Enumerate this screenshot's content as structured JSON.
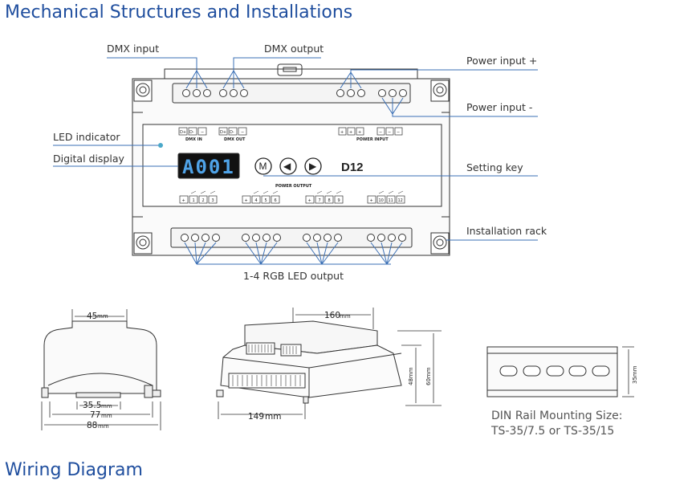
{
  "headings": {
    "title": "Mechanical Structures and Installations",
    "wiring": "Wiring Diagram"
  },
  "callouts": {
    "dmx_input": "DMX input",
    "dmx_output": "DMX output",
    "power_input_pos": "Power input +",
    "power_input_neg": "Power input -",
    "led_indicator": "LED indicator",
    "digital_display": "Digital display",
    "setting_key": "Setting key",
    "installation_rack": "Installation rack",
    "rgb_output": "1-4 RGB LED output"
  },
  "panel": {
    "dmx_in": "DMX IN",
    "dmx_out": "DMX OUT",
    "power_input": "POWER INPUT",
    "power_output": "POWER OUTPUT",
    "display_text": "A001",
    "model": "D12",
    "btn_m": "M",
    "btn_left": "◀",
    "btn_right": "▶",
    "term_dplus": "D+",
    "term_dminus": "D-",
    "term_minus": "−",
    "term_plus": "+",
    "ch1": "1",
    "ch2": "2",
    "ch3": "3",
    "ch4": "4",
    "ch5": "5",
    "ch6": "6",
    "ch7": "7",
    "ch8": "8",
    "ch9": "9",
    "ch10": "10",
    "ch11": "11",
    "ch12": "12"
  },
  "dimensions": {
    "w45": "45",
    "w355": "35.5",
    "w77": "77",
    "w88": "88",
    "w160": "160",
    "w149": "149",
    "h48": "48mm",
    "h60": "60mm",
    "h35": "35mm",
    "unit": "mm"
  },
  "din_rail": {
    "line1": "DIN Rail Mounting Size:",
    "line2": "TS-35/7.5 or TS-35/15"
  }
}
